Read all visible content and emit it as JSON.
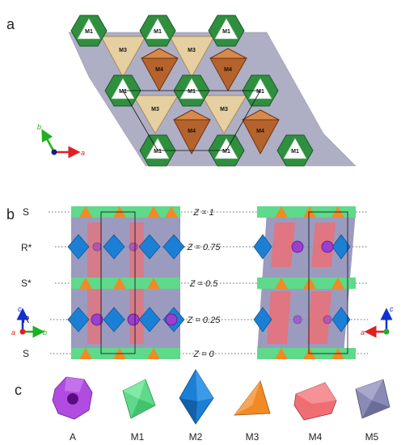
{
  "panels": {
    "a": "a",
    "b": "b",
    "c": "c"
  },
  "panel_a": {
    "site_labels": {
      "m1": "M1",
      "m3": "M3",
      "m4": "M4"
    },
    "axes": {
      "b": "b",
      "a": "a"
    }
  },
  "panel_b": {
    "layer_labels": [
      "S",
      "R*",
      "S*",
      "R",
      "S"
    ],
    "z_labels": [
      "Z = 1",
      "Z = 0.75",
      "Z = 0.5",
      "Z = 0.25",
      "Z = 0"
    ],
    "axes_left": {
      "c": "c",
      "a": "a",
      "b": "b"
    },
    "axes_right": {
      "c": "c",
      "a": "a"
    }
  },
  "panel_c": {
    "polyhedra": [
      {
        "label": "A",
        "color": "#b04de0"
      },
      {
        "label": "M1",
        "color": "#5fd98a"
      },
      {
        "label": "M2",
        "color": "#1c7fd6"
      },
      {
        "label": "M3",
        "color": "#f08a24"
      },
      {
        "label": "M4",
        "color": "#f06e72"
      },
      {
        "label": "M5",
        "color": "#8a8ab4"
      }
    ]
  },
  "colors": {
    "m1_green": "#2f8f3f",
    "m3_tan": "#e6cfa0",
    "m4_brown": "#b5622c",
    "m5_slate": "#6d6d96",
    "m2_blue": "#1c7fd6",
    "a_purple": "#9b3fd0",
    "m3_orange": "#f08a24",
    "m4_pink": "#f06e72",
    "m1_light": "#5fd98a",
    "m5_gray": "#8a8ab4"
  }
}
